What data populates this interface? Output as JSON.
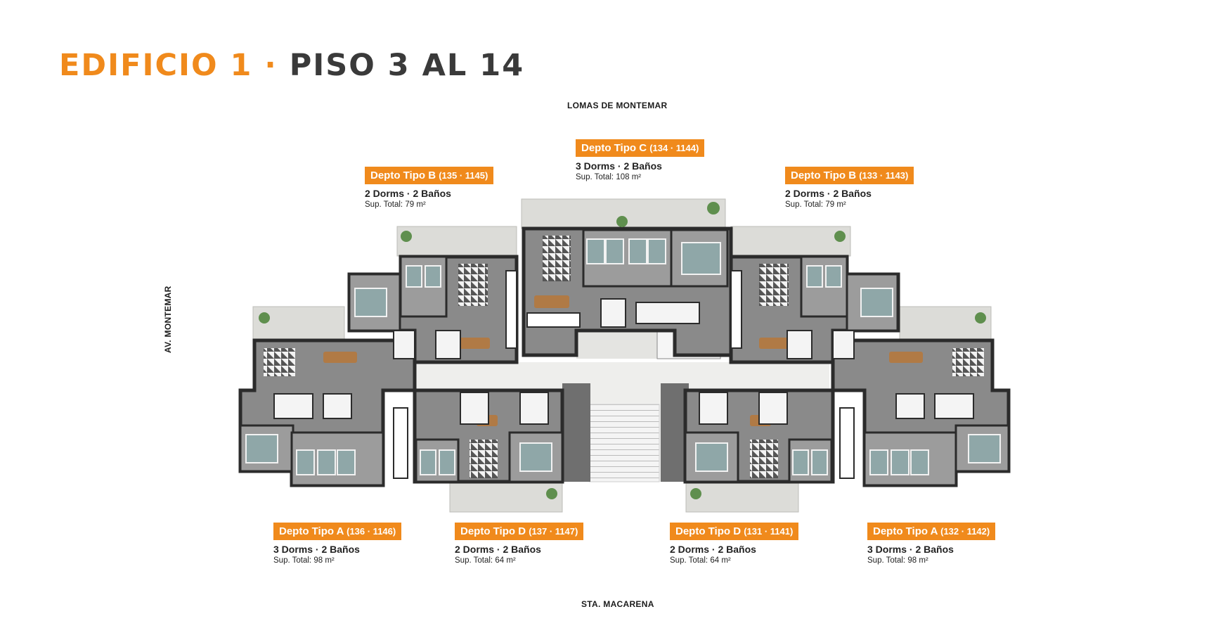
{
  "header": {
    "title_part1": "EDIFICIO 1 ·",
    "title_part2": "PISO 3 AL 14"
  },
  "streets": {
    "north": "LOMAS DE MONTEMAR",
    "west": "AV. MONTEMAR",
    "south": "STA. MACARENA"
  },
  "units": [
    {
      "type": "Depto Tipo C",
      "code": "(134 · 1144)",
      "spec": "3 Dorms · 2 Baños",
      "area": "Sup. Total: 108 m²"
    },
    {
      "type": "Depto Tipo B",
      "code": "(135 · 1145)",
      "spec": "2 Dorms · 2 Baños",
      "area": "Sup. Total: 79 m²"
    },
    {
      "type": "Depto Tipo B",
      "code": "(133 · 1143)",
      "spec": "2 Dorms · 2 Baños",
      "area": "Sup. Total: 79 m²"
    },
    {
      "type": "Depto Tipo A",
      "code": "(136 · 1146)",
      "spec": "3 Dorms · 2 Baños",
      "area": "Sup. Total: 98 m²"
    },
    {
      "type": "Depto Tipo D",
      "code": "(137 · 1147)",
      "spec": "2 Dorms · 2 Baños",
      "area": "Sup. Total: 64 m²"
    },
    {
      "type": "Depto Tipo D",
      "code": "(131 · 1141)",
      "spec": "2 Dorms · 2 Baños",
      "area": "Sup. Total: 64 m²"
    },
    {
      "type": "Depto Tipo A",
      "code": "(132 · 1142)",
      "spec": "3 Dorms · 2 Baños",
      "area": "Sup. Total: 98 m²"
    }
  ],
  "colors": {
    "accent": "#f08a1c",
    "title_dark": "#3a3a3a",
    "wall": "#2b2b2b",
    "floor": "#8a8a8a",
    "common": "#e9e9e6",
    "terrace": "#dcdcd8",
    "bed": "#8fa7a8"
  }
}
